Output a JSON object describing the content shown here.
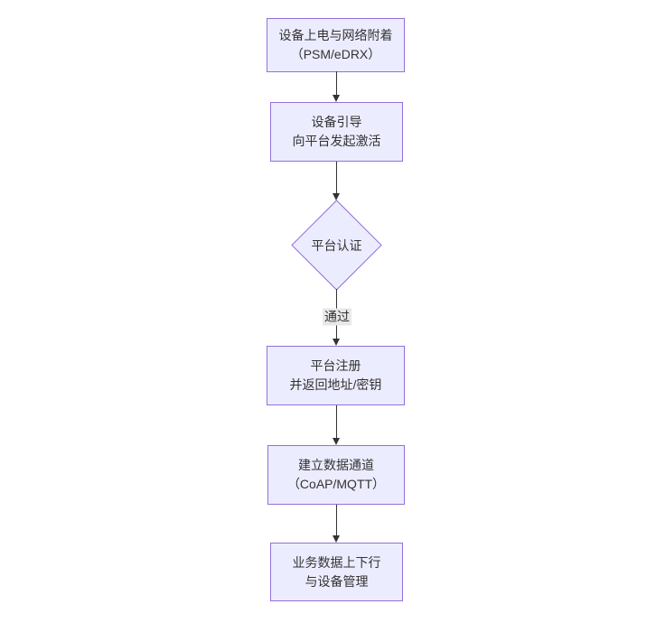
{
  "diagram": {
    "type": "flowchart",
    "direction": "top-down",
    "colors": {
      "background": "#ffffff",
      "node_fill": "#ECECFF",
      "node_border": "#9370DB",
      "text": "#333333",
      "arrow": "#333333",
      "edge_label_background": "#e8e8e8"
    },
    "nodes": [
      {
        "id": "A",
        "shape": "rect",
        "lines": [
          "设备上电与网络附着",
          "（PSM/eDRX）"
        ]
      },
      {
        "id": "B",
        "shape": "rect",
        "lines": [
          "设备引导",
          "向平台发起激活"
        ]
      },
      {
        "id": "C",
        "shape": "diamond",
        "lines": [
          "平台认证"
        ]
      },
      {
        "id": "D",
        "shape": "rect",
        "lines": [
          "平台注册",
          "并返回地址/密钥"
        ]
      },
      {
        "id": "E",
        "shape": "rect",
        "lines": [
          "建立数据通道",
          "（CoAP/MQTT）"
        ]
      },
      {
        "id": "F",
        "shape": "rect",
        "lines": [
          "业务数据上下行",
          "与设备管理"
        ]
      }
    ],
    "edges": [
      {
        "from": "A",
        "to": "B",
        "label": ""
      },
      {
        "from": "B",
        "to": "C",
        "label": ""
      },
      {
        "from": "C",
        "to": "D",
        "label": "通过"
      },
      {
        "from": "D",
        "to": "E",
        "label": ""
      },
      {
        "from": "E",
        "to": "F",
        "label": ""
      }
    ]
  }
}
